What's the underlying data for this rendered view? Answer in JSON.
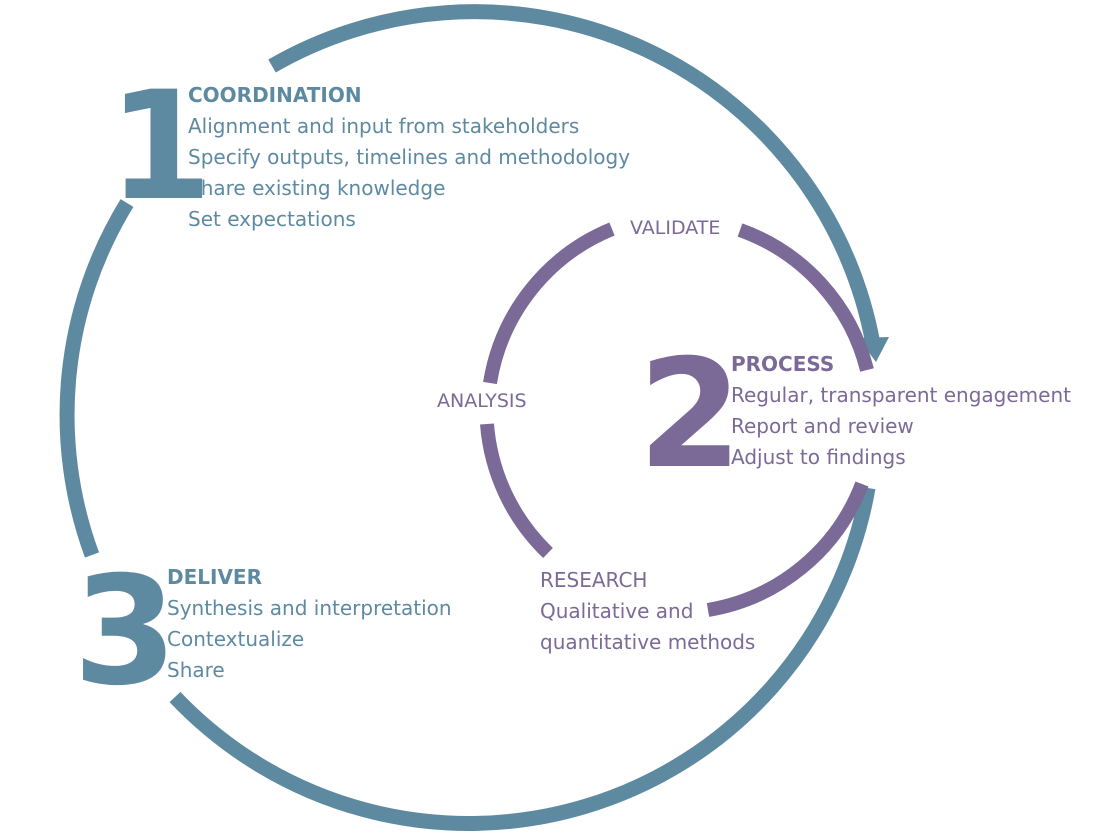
{
  "colors": {
    "outer_cycle": "#5e8aa1",
    "inner_cycle": "#7b6a97"
  },
  "step1": {
    "number": "1",
    "title": "COORDINATION",
    "lines": [
      "Alignment and input from stakeholders",
      "Specify outputs, timelines and methodology",
      "Share existing knowledge",
      "Set expectations"
    ]
  },
  "step2": {
    "number": "2",
    "title": "PROCESS",
    "lines": [
      "Regular, transparent engagement",
      "Report and review",
      "Adjust to findings"
    ]
  },
  "step3": {
    "number": "3",
    "title": "DELIVER",
    "lines": [
      "Synthesis and interpretation",
      "Contextualize",
      "Share"
    ]
  },
  "inner_cycle": {
    "validate": "VALIDATE",
    "analysis": "ANALYSIS",
    "research": "RESEARCH",
    "research_lines": [
      "Qualitative and",
      "quantitative methods"
    ]
  }
}
